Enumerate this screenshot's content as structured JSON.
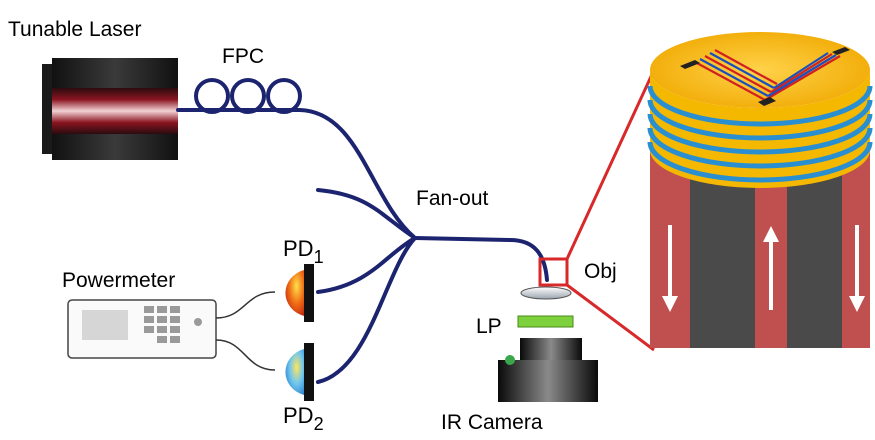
{
  "labels": {
    "laser": "Tunable Laser",
    "fpc": "FPC",
    "fanout": "Fan-out",
    "powermeter": "Powermeter",
    "pd1_base": "PD",
    "pd1_sub": "1",
    "pd2_base": "PD",
    "pd2_sub": "2",
    "obj": "Obj",
    "lp": "LP",
    "camera": "IR Camera"
  },
  "colors": {
    "fiber": "#1c2470",
    "laser_red": "#c0152a",
    "stack_gold": "#f5b800",
    "stack_blue": "#2a8fd0",
    "device_gray": "#4a4a4a",
    "device_red": "#c05050",
    "zoom_red": "#d8282a",
    "lp_green": "#7cd13c"
  },
  "icons": [
    "laser-icon",
    "fiber-loop-icon",
    "photodiode-icon",
    "powermeter-icon",
    "lens-icon",
    "polarizer-icon",
    "camera-icon",
    "arrow-down-icon",
    "arrow-up-icon"
  ]
}
